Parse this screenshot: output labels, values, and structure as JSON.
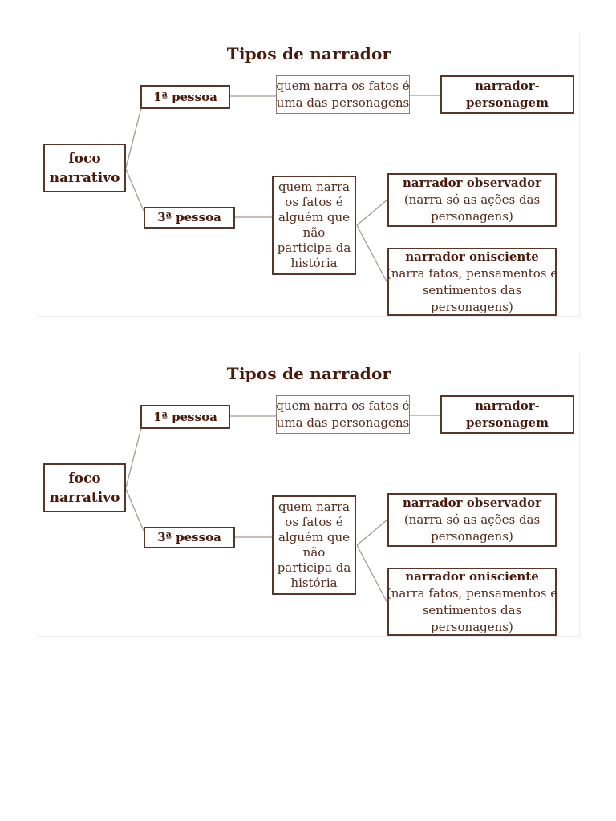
{
  "document": {
    "page_count_visible": 2,
    "background": "#ffffff"
  },
  "colors": {
    "box_border_dark": "#56382b",
    "box_border_light": "#8d7d6f",
    "text_bold": "#471a0b",
    "text_regular": "#572a1a",
    "connector_line": "#a69a8e",
    "page_border": "#e9ecef"
  },
  "diagram": {
    "title": "Tipos de narrador",
    "nodes": {
      "foco": {
        "lines": [
          "foco",
          "narrativo"
        ]
      },
      "primeira_pessoa": {
        "label": "1ª pessoa"
      },
      "terceira_pessoa": {
        "label": "3ª pessoa"
      },
      "quem_narra_primeira": {
        "lines": [
          "quem narra os fatos é",
          "uma das personagens"
        ]
      },
      "narrador_personagem": {
        "lines": [
          "narrador-",
          "personagem"
        ]
      },
      "quem_narra_terceira": {
        "lines": [
          "quem narra",
          "os fatos é",
          "alguém que",
          "não",
          "participa da",
          "história"
        ]
      },
      "narrador_observador": {
        "title": "narrador observador",
        "lines": [
          "(narra só as ações das",
          "personagens)"
        ]
      },
      "narrador_onisciente": {
        "title": "narrador onisciente",
        "lines": [
          "(narra fatos, pensamentos e",
          "sentimentos das",
          "personagens)"
        ]
      }
    }
  }
}
